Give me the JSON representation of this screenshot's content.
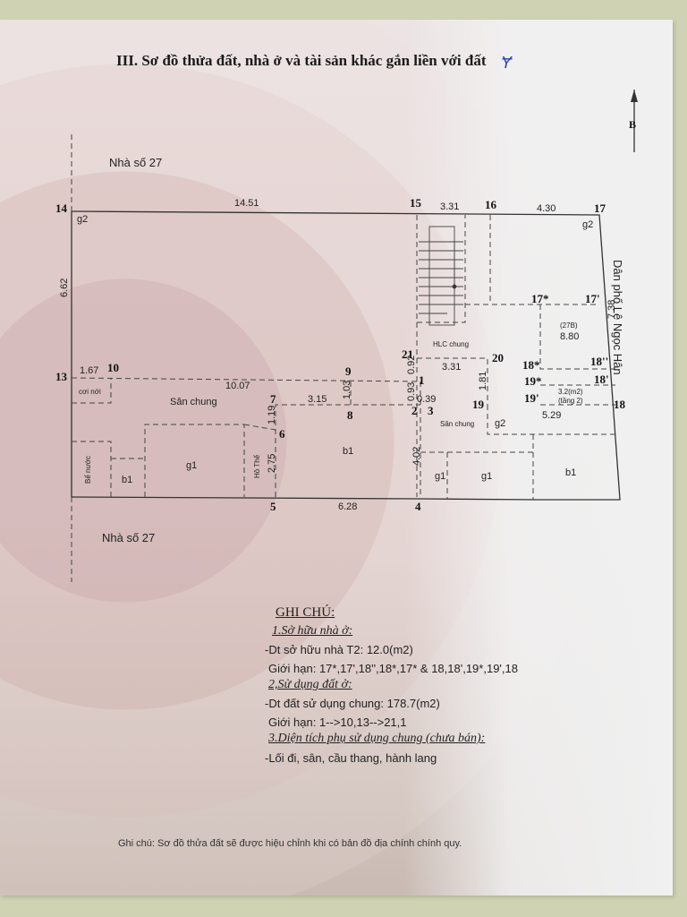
{
  "title": "III. Sơ đồ thửa đất, nhà ở và tài sản khác gắn liền với đất",
  "signature_mark": "Ɏ",
  "north_arrow_label": "B",
  "road_label": "Dân phố Lê Ngọc Hân",
  "neighbors": {
    "top": "Nhà số 27",
    "bottom": "Nhà số 27"
  },
  "points": {
    "p1": "1",
    "p2": "2",
    "p3": "3",
    "p4": "4",
    "p5": "5",
    "p6": "6",
    "p7": "7",
    "p8": "8",
    "p9": "9",
    "p10": "10",
    "p13": "13",
    "p14": "14",
    "p15": "15",
    "p16": "16",
    "p17": "17",
    "p17s": "17*",
    "p17p": "17'",
    "p18": "18",
    "p18s": "18*",
    "p18pp": "18''",
    "p18p": "18'",
    "p19": "19",
    "p19s": "19*",
    "p19p": "19'",
    "p20": "20",
    "p21": "21"
  },
  "dimensions": {
    "d14_15": "14.51",
    "d15_16": "3.31",
    "d16_17": "4.30",
    "d17_18": "7.38",
    "d14_13": "6.62",
    "d13_10": "1.67",
    "d10_9": "10.07",
    "d9_8": "1.03",
    "d7_8": "3.15",
    "d7_6": "1.19",
    "d6_5": "2.75",
    "d5_4": "6.28",
    "d4_3": "4.02",
    "d1_21": "0.92",
    "d1_2": "0.93",
    "d2_3": "0.39",
    "d21_20": "3.31",
    "d20_19": "1.81",
    "d19_18": "5.29",
    "unit_27b": "8.80"
  },
  "zones": {
    "g2_a": "g2",
    "g2_b": "g2",
    "g2_c": "g2",
    "coi_noi": "cơi nới",
    "san_chung_a": "Sân chung",
    "san_chung_b": "Sân chung",
    "be_nuoc": "Bể nước",
    "b1_a": "b1",
    "g1_a": "g1",
    "ho_the": "Hô Thể",
    "b1_b": "b1",
    "g1_b": "g1",
    "g1_c": "g1",
    "b1_c": "b1",
    "hlc_chung": "HLC chung",
    "unit_27b": "(27B)",
    "area_t2": "3.2(m2)",
    "floor_t2": "(tầng 2)"
  },
  "notes": {
    "heading": "GHI CHÚ:",
    "s1_title": "1.Sở hữu nhà ở:",
    "s1_line1": "-Dt sở hữu nhà T2: 12.0(m2)",
    "s1_line2": "Giới hạn: 17*,17',18'',18*,17* & 18,18',19*,19',18",
    "s2_title": "2,Sử dụng đất ở:",
    "s2_line1": "-Dt đất sử dụng chung: 178.7(m2)",
    "s2_line2": "Giới hạn: 1-->10,13-->21,1",
    "s3_title": "3.Diện tích phụ sử dụng chung (chưa bán):",
    "s3_line1": "-Lối đi, sân, cầu thang, hành lang"
  },
  "footer": "Ghi chú: Sơ đồ thửa đất sẽ được hiệu chỉnh khi có bản đồ địa chính chính quy."
}
